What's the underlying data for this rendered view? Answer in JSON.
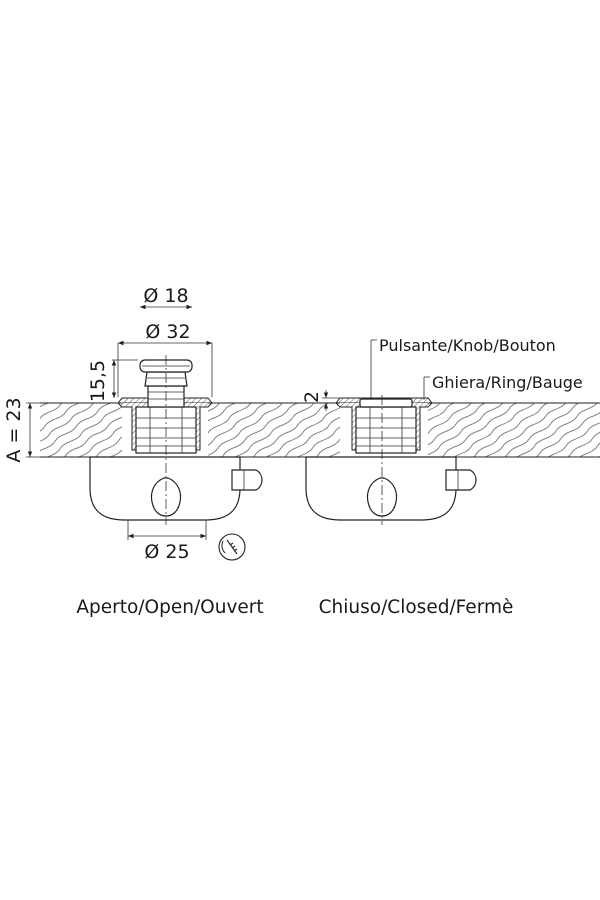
{
  "dimensions": {
    "d18": "Ø 18",
    "d32": "Ø 32",
    "h155": "15,5",
    "a23": "A = 23",
    "d25": "Ø 25",
    "h2": "2"
  },
  "callouts": {
    "knob": "Pulsante/Knob/Bouton",
    "ring": "Ghiera/Ring/Bauge"
  },
  "captions": {
    "open": "Aperto/Open/Ouvert",
    "closed": "Chiuso/Closed/Fermè"
  },
  "icons": {
    "key": "key-icon"
  }
}
